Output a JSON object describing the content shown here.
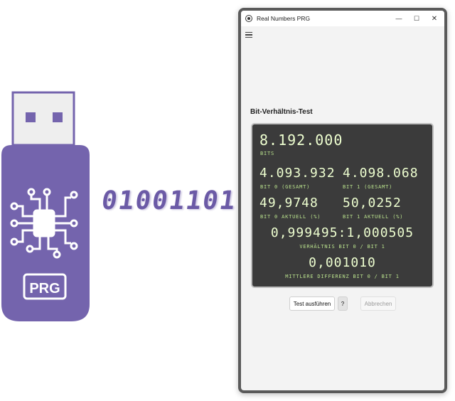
{
  "illustration": {
    "usb_label": "PRG",
    "binary_text": "01001101",
    "colors": {
      "usb_body": "#7464ad",
      "usb_cap": "#eeeeee",
      "binary": "#6b5aa6"
    }
  },
  "window": {
    "title": "Real Numbers PRG",
    "controls": {
      "minimize": "—",
      "maximize": "☐",
      "close": "✕"
    }
  },
  "test": {
    "title": "Bit-Verhältnis-Test",
    "bits_value": "8.192.000",
    "bits_label": "BITS",
    "bit0_total_value": "4.093.932",
    "bit0_total_label": "BIT 0 (GESAMT)",
    "bit1_total_value": "4.098.068",
    "bit1_total_label": "BIT 1 (GESAMT)",
    "bit0_pct_value": "49,9748",
    "bit0_pct_label": "BIT 0 AKTUELL (%)",
    "bit1_pct_value": "50,0252",
    "bit1_pct_label": "BIT 1 AKTUELL (%)",
    "ratio_value": "0,999495:1,000505",
    "ratio_label": "VERHÄLTNIS BIT 0 / BIT 1",
    "diff_value": "0,001010",
    "diff_label": "MITTLERE DIFFERENZ BIT 0 / BIT 1",
    "display_colors": {
      "background": "#3b3b3b",
      "digits": "#eeffd0",
      "labels": "#b8e08c"
    }
  },
  "buttons": {
    "run": "Test ausführen",
    "help": "?",
    "cancel": "Abbrechen"
  }
}
